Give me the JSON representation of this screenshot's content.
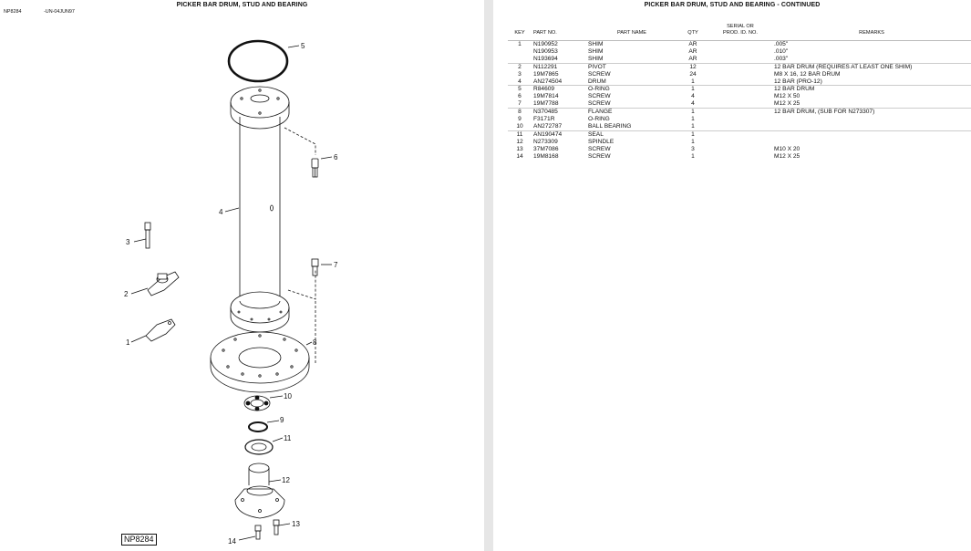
{
  "left": {
    "title": "PICKER BAR DRUM, STUD AND BEARING",
    "meta_id": "NP8284",
    "meta_date": "-UN-04JUN97",
    "figure_label": "NP8284",
    "callouts": [
      "1",
      "2",
      "3",
      "4",
      "5",
      "6",
      "7",
      "8",
      "9",
      "10",
      "11",
      "12",
      "13",
      "14"
    ]
  },
  "right": {
    "title": "PICKER BAR DRUM, STUD AND BEARING - CONTINUED",
    "headers": {
      "key": "KEY",
      "part_no": "PART NO.",
      "part_name": "PART NAME",
      "qty": "QTY",
      "serial_line1": "SERIAL OR",
      "serial_line2": "PROD. ID. NO.",
      "remarks": "REMARKS"
    },
    "rows": [
      {
        "key": "1",
        "part": "N190952",
        "name": "SHIM",
        "qty": "AR",
        "serial": "",
        "remarks": ".005\"",
        "group": true
      },
      {
        "key": "",
        "part": "N190953",
        "name": "SHIM",
        "qty": "AR",
        "serial": "",
        "remarks": ".010\"",
        "group": false
      },
      {
        "key": "",
        "part": "N193694",
        "name": "SHIM",
        "qty": "AR",
        "serial": "",
        "remarks": ".003\"",
        "group": false
      },
      {
        "key": "2",
        "part": "N112291",
        "name": "PIVOT",
        "qty": "12",
        "serial": "",
        "remarks": "12 BAR DRUM (REQUIRES AT LEAST ONE SHIM)",
        "group": true
      },
      {
        "key": "3",
        "part": "19M7865",
        "name": "SCREW",
        "qty": "24",
        "serial": "",
        "remarks": "M8 X 16, 12 BAR DRUM",
        "group": false
      },
      {
        "key": "4",
        "part": "AN274504",
        "name": "DRUM",
        "qty": "1",
        "serial": "",
        "remarks": "12 BAR (PRO-12)",
        "group": false
      },
      {
        "key": "5",
        "part": "R84609",
        "name": "O-RING",
        "qty": "1",
        "serial": "",
        "remarks": "12 BAR DRUM",
        "group": true
      },
      {
        "key": "6",
        "part": "19M7814",
        "name": "SCREW",
        "qty": "4",
        "serial": "",
        "remarks": "M12 X 50",
        "group": false
      },
      {
        "key": "7",
        "part": "19M7788",
        "name": "SCREW",
        "qty": "4",
        "serial": "",
        "remarks": "M12 X 25",
        "group": false
      },
      {
        "key": "8",
        "part": "N370485",
        "name": "FLANGE",
        "qty": "1",
        "serial": "",
        "remarks": "12 BAR DRUM, (SUB FOR N273307)",
        "group": true
      },
      {
        "key": "9",
        "part": "F3171R",
        "name": "O-RING",
        "qty": "1",
        "serial": "",
        "remarks": "",
        "group": false
      },
      {
        "key": "10",
        "part": "AN272787",
        "name": "BALL BEARING",
        "qty": "1",
        "serial": "",
        "remarks": "",
        "group": false
      },
      {
        "key": "11",
        "part": "AN190474",
        "name": "SEAL",
        "qty": "1",
        "serial": "",
        "remarks": "",
        "group": true
      },
      {
        "key": "12",
        "part": "N273309",
        "name": "SPINDLE",
        "qty": "1",
        "serial": "",
        "remarks": "",
        "group": false
      },
      {
        "key": "13",
        "part": "37M7086",
        "name": "SCREW",
        "qty": "3",
        "serial": "",
        "remarks": "M10 X 20",
        "group": false
      },
      {
        "key": "14",
        "part": "19M8168",
        "name": "SCREW",
        "qty": "1",
        "serial": "",
        "remarks": "M12 X 25",
        "group": false
      }
    ]
  }
}
